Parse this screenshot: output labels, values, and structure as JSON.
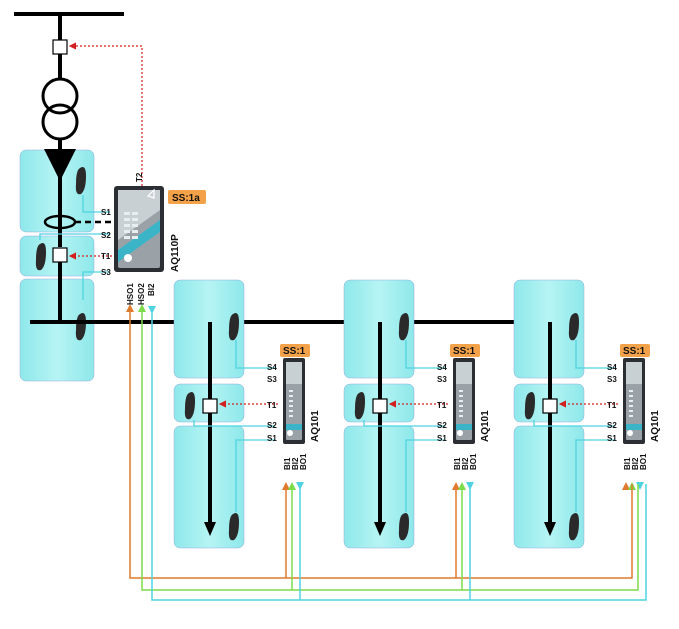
{
  "colors": {
    "cyan_panel": "#a8f0f0",
    "cyan_wire": "#4fd3e0",
    "orange_wire": "#e07a2c",
    "green_wire": "#7ddc4a",
    "trip_red": "#d22020",
    "badge_orange": "#f4a24a",
    "device_dark": "#2b2f33"
  },
  "incomer": {
    "device": "AQ110P",
    "badge": "SS:1a",
    "terminals": {
      "t2": "T2",
      "t1": "T1",
      "s1": "S1",
      "s2": "S2",
      "s3": "S3"
    },
    "outputs": {
      "hso1": "HSO1",
      "hso2": "HSO2",
      "bi2": "BI2"
    }
  },
  "feeders": [
    {
      "device": "AQ101",
      "badge": "SS:1",
      "s4": "S4",
      "s3": "S3",
      "t1": "T1",
      "s2": "S2",
      "s1": "S1",
      "bi1": "BI1",
      "bi2": "BI2",
      "bo1": "BO1"
    },
    {
      "device": "AQ101",
      "badge": "SS:1",
      "s4": "S4",
      "s3": "S3",
      "t1": "T1",
      "s2": "S2",
      "s1": "S1",
      "bi1": "BI1",
      "bi2": "BI2",
      "bo1": "BO1"
    },
    {
      "device": "AQ101",
      "badge": "SS:1",
      "s4": "S4",
      "s3": "S3",
      "t1": "T1",
      "s2": "S2",
      "s1": "S1",
      "bi1": "BI1",
      "bi2": "BI2",
      "bo1": "BO1"
    }
  ]
}
